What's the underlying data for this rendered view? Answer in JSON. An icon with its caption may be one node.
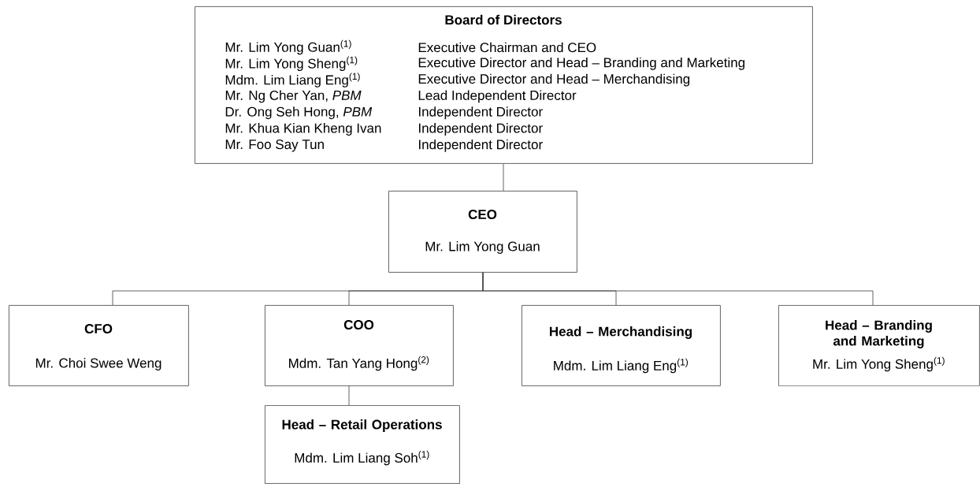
{
  "diagram": {
    "nodes": [
      {
        "text": [
          "Board of Directors",
          "Mr. Lim Yong Guan$^{(1)}$",
          "Executive Chairman and CEO",
          "Mr. Lim Yong Sheng$^{(1)}$",
          "Executive Director and Head – Branding and Marketing",
          "Mdm. Lim Liang Eng$^{(1)}$",
          "Executive Director and Head – Merchandising",
          "Mr. Ng Cher Yan, *PBM*",
          "Lead Independent Director",
          "Dr. Ong Seh Hong, *PBM*",
          "Independent Director",
          "Mr. Khua Kian Kheng Ivan",
          "Independent Director",
          "Mr. Foo Say Tun",
          "Independent Director"
        ]
      },
      {
        "text": [
          "CEO",
          "Mr. Lim Yong Guan"
        ]
      },
      {
        "text": [
          "CFO",
          "Mr. Choi Swee Weng"
        ]
      },
      {
        "text": [
          "COO",
          "Mdm. Tan Yang Hong$^{(2)}$"
        ]
      },
      {
        "text": [
          "Head – Merchandising",
          "Mdm. Lim Liang Eng$^{(1)}$"
        ]
      },
      {
        "text": [
          "Head – Branding and Marketing",
          "Mr. Lim Yong Sheng$^{(1)}$"
        ]
      },
      {
        "text": [
          "Head – Retail Operations",
          "Mdm. Lim Liang Soh$^{(1)}$"
        ]
      }
    ],
    "edges": [
      {
        "from": 0,
        "to": 1,
        "arrow": "none"
      },
      {
        "from": 1,
        "to": 2,
        "arrow": "none"
      },
      {
        "from": 1,
        "to": 3,
        "arrow": "none"
      },
      {
        "from": 1,
        "to": 4,
        "arrow": "none"
      },
      {
        "from": 1,
        "to": 5,
        "arrow": "none"
      },
      {
        "from": 3,
        "to": 6,
        "arrow": "none"
      }
    ]
  }
}
